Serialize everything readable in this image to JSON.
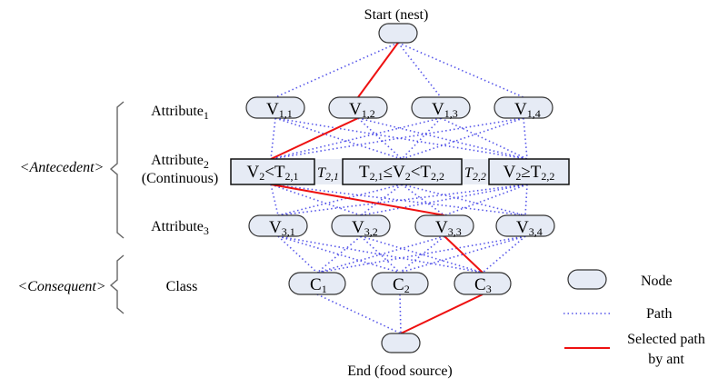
{
  "diagram": {
    "start_label": "Start (nest)",
    "end_label": "End (food source)",
    "sections": [
      {
        "label": "<Antecedent>",
        "rows": [
          "attr1",
          "attr2",
          "attr3"
        ]
      },
      {
        "label": "<Consequent>",
        "rows": [
          "class"
        ]
      }
    ],
    "row_labels": {
      "attr1": {
        "main": "Attribute",
        "sub": "1"
      },
      "attr2": {
        "main": "Attribute",
        "sub": "2",
        "extra": "(Continuous)"
      },
      "attr3": {
        "main": "Attribute",
        "sub": "3"
      },
      "class": {
        "main": "Class"
      }
    },
    "layers": {
      "attr1": [
        {
          "id": "v11",
          "main": "V",
          "sub": "1,1"
        },
        {
          "id": "v12",
          "main": "V",
          "sub": "1,2"
        },
        {
          "id": "v13",
          "main": "V",
          "sub": "1,3"
        },
        {
          "id": "v14",
          "main": "V",
          "sub": "1,4"
        }
      ],
      "attr2": [
        {
          "id": "v21",
          "text": "V2<T2,1"
        },
        {
          "id": "v22",
          "text": "T2,1≤V2<T2,2"
        },
        {
          "id": "v23",
          "text": "V2≥T2,2"
        }
      ],
      "attr3": [
        {
          "id": "v31",
          "main": "V",
          "sub": "3,1"
        },
        {
          "id": "v32",
          "main": "V",
          "sub": "3,2"
        },
        {
          "id": "v33",
          "main": "V",
          "sub": "3,3"
        },
        {
          "id": "v34",
          "main": "V",
          "sub": "3,4"
        }
      ],
      "class": [
        {
          "id": "c1",
          "main": "C",
          "sub": "1"
        },
        {
          "id": "c2",
          "main": "C",
          "sub": "2"
        },
        {
          "id": "c3",
          "main": "C",
          "sub": "3"
        }
      ]
    },
    "thresholds": [
      {
        "main": "T",
        "sub": "2,1"
      },
      {
        "main": "T",
        "sub": "2,2"
      }
    ],
    "selected_path": [
      "start",
      "v12",
      "v21",
      "v33",
      "c3",
      "end"
    ],
    "colors": {
      "node_fill": "#e6ebf5",
      "path": "#3a3ae6",
      "selected_path": "#ee1111"
    }
  },
  "legend": {
    "node": "Node",
    "path": "Path",
    "selected_line1": "Selected path",
    "selected_line2": "by ant"
  }
}
